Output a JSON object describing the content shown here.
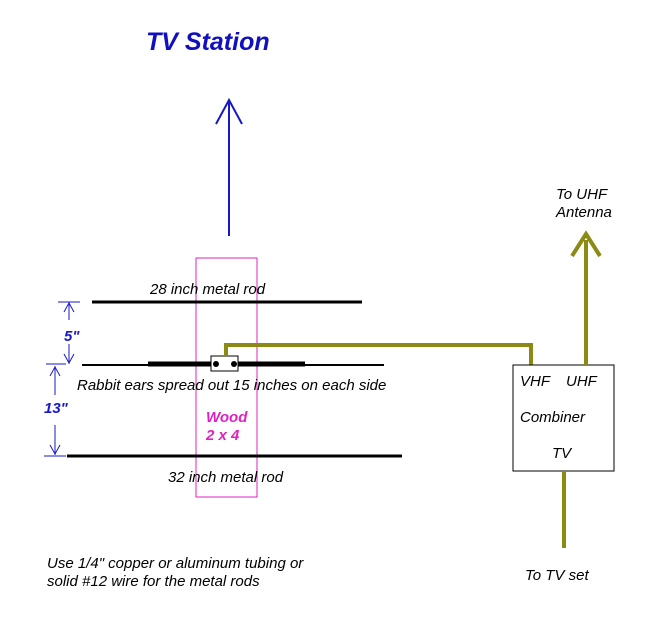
{
  "title": "TV Station",
  "rod_top_label": "28 inch metal rod",
  "rod_bottom_label": "32 inch metal rod",
  "rabbit_ears_label": "Rabbit ears spread out 15 inches on each side",
  "wood_label_1": "Wood",
  "wood_label_2": "2 x 4",
  "dim_upper": "5\"",
  "dim_lower": "13\"",
  "uhf_antenna_line1": "To UHF",
  "uhf_antenna_line2": "Antenna",
  "combiner": {
    "vhf": "VHF",
    "uhf": "UHF",
    "name": "Combiner",
    "tv": "TV"
  },
  "to_tv_set": "To TV set",
  "note_line1": "Use 1/4\" copper or aluminum tubing or",
  "note_line2": "solid #12 wire for the metal rods",
  "colors": {
    "title": "#1010c0",
    "arrow": "#1818c8",
    "wood": "#e020c0",
    "cable": "#8a8a14",
    "rod": "#000000"
  }
}
